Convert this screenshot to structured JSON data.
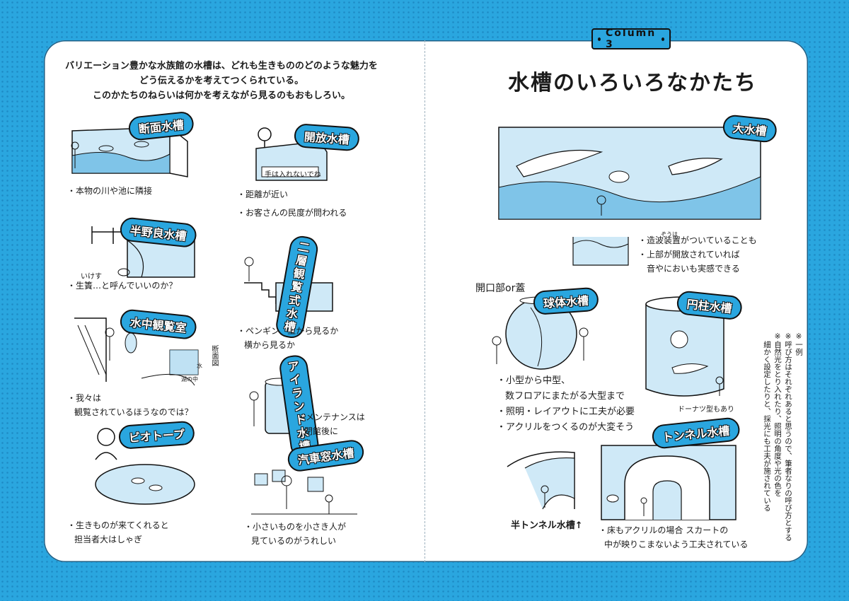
{
  "badge": "Column 3",
  "title": "水槽のいろいろなかたち",
  "intro": [
    "バリエーション豊かな水族館の水槽は、どれも生きもののどのような魅力を",
    "どう伝えるかを考えてつくられている。",
    "このかたちのねらいは何かを考えながら見るのもおもしろい。"
  ],
  "left": {
    "danmen": {
      "label": "断面水槽",
      "note": "・本物の川や池に隣接"
    },
    "kaiho": {
      "label": "開放水槽",
      "sign": "手は入れないでね",
      "notes": [
        "・距離が近い",
        "・お客さんの民度が問われる"
      ]
    },
    "hanyasei": {
      "label": "半野良水槽",
      "ruby": "いけす",
      "note": "・生簀…と呼んでいいのか？"
    },
    "nisou": {
      "label1": "二層観覧式",
      "label2": "水槽",
      "note1": "・ペンギン、上から見るか",
      "note2": "横から見るか"
    },
    "suichu": {
      "label": "水中観覧室",
      "danmenzu": "断面図",
      "suichu_mark": "水",
      "naka": "湖の中",
      "note1": "・我々は",
      "note2": "観覧されているほうなのでは？"
    },
    "island": {
      "label1": "アイランド",
      "label2": "水槽",
      "note1": "・メンテナンスは",
      "note2": "閉館後に"
    },
    "biotope": {
      "label": "ビオトープ",
      "note1": "・生きものが来てくれると",
      "note2": "担当者大はしゃぎ"
    },
    "kisha": {
      "label": "汽車窓水槽",
      "note1": "・小さいものを小さき人が",
      "note2": "見ているのがうれしい"
    }
  },
  "right": {
    "dai": {
      "label": "大水槽",
      "ruby": "ぞうは",
      "note1": "・造波装置がついていることも",
      "note2": "・上部が開放されていれば",
      "note3": "音やにおいも実感できる"
    },
    "kyutai": {
      "label": "球体水槽",
      "opening": "開口部or蓋",
      "note1": "・小型から中型、",
      "note2": "数フロアにまたがる大型まで",
      "note3": "・照明・レイアウトに工夫が必要",
      "note4": "・アクリルをつくるのが大変そう"
    },
    "entyu": {
      "label": "円柱水槽",
      "note": "ドーナツ型もあり"
    },
    "tunnel": {
      "label": "トンネル水槽",
      "half": "半トンネル水槽↑",
      "note1": "・床もアクリルの場合 スカートの",
      "note2": "中が映りこまないよう工夫されている"
    },
    "sidenote": [
      "※一例",
      "※呼び方はそれぞれあると思うので、筆者なりの呼び方とする",
      "※自然光をとり入れたり、照明の角度や光の色を",
      "細かく設定したりと、採光にも工夫が施されている"
    ]
  },
  "colors": {
    "water": "#2aa6df",
    "waterLight": "#cfe9f7",
    "ink": "#111111"
  }
}
